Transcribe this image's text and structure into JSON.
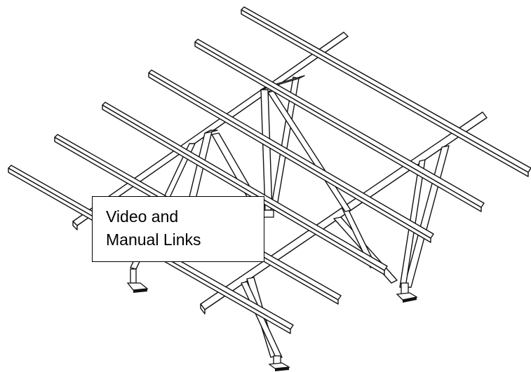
{
  "link_box": {
    "line1": "Video and",
    "line2": "Manual Links"
  },
  "icons": {
    "drawing": "ground-mount-solar-rack-drawing"
  }
}
